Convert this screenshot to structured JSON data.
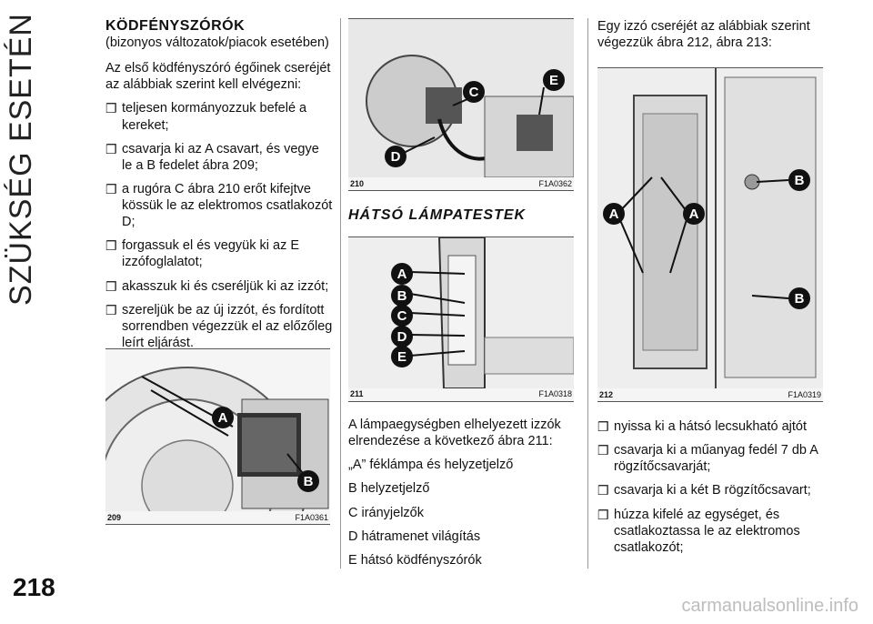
{
  "side_title": "SZÜKSÉG ESETÉN",
  "page_number": "218",
  "watermark": "carmanualsonline.info",
  "col1": {
    "heading": "KÖDFÉNYSZÓRÓK",
    "subheading": "(bizonyos változatok/piacok esetében)",
    "intro": "Az első ködfényszóró égőinek cseréjét az alábbiak szerint kell elvégezni:",
    "bullets": [
      "teljesen kormányozzuk befelé a kereket;",
      "csavarja ki az A csavart, és vegye le a B fedelet ábra 209;",
      "a rugóra C ábra 210 erőt kifejtve kössük le az elektromos csatlakozót D;",
      "forgassuk el és vegyük ki az E izzófoglalatot;",
      "akasszuk ki és cseréljük ki az izzót;",
      "szereljük be az új izzót, és fordított sorrendben végezzük el az előzőleg leírt eljárást."
    ],
    "fig_num": "209",
    "fig_code": "F1A0361",
    "fig_labels": [
      "A",
      "B"
    ]
  },
  "col2": {
    "fig210_num": "210",
    "fig210_code": "F1A0362",
    "fig210_labels": [
      "C",
      "D",
      "E"
    ],
    "heading": "HÁTSÓ LÁMPATESTEK",
    "fig211_num": "211",
    "fig211_code": "F1A0318",
    "fig211_labels": [
      "A",
      "B",
      "C",
      "D",
      "E"
    ],
    "intro": "A lámpaegységben elhelyezett izzók elrendezése a következő ábra 211:",
    "items": [
      "„A” féklámpa és helyzetjelző",
      "B helyzetjelző",
      "C irányjelzők",
      "D hátramenet világítás",
      "E hátsó ködfényszórók"
    ]
  },
  "col3": {
    "intro": "Egy izzó cseréjét az alábbiak szerint végezzük ábra 212, ábra 213:",
    "fig_num": "212",
    "fig_code": "F1A0319",
    "fig_labels": [
      "A",
      "A",
      "B",
      "B"
    ],
    "bullets": [
      "nyissa ki a hátsó lecsukható ajtót",
      "csavarja ki a műanyag fedél 7 db A rögzítőcsavarját;",
      "csavarja ki a két B rögzítőcsavart;",
      "húzza kifelé az egységet, és csatlakoztassa le az elektromos csatlakozót;"
    ]
  }
}
